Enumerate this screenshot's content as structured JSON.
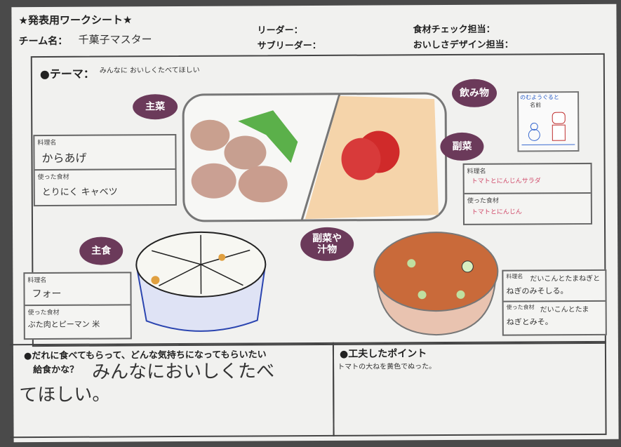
{
  "header": {
    "title": "★発表用ワークシート★",
    "team_label": "チーム名：",
    "team_value": "千菓子マスター",
    "leader_label": "リーダー：",
    "subleader_label": "サブリーダー：",
    "ingredient_check_label": "食材チェック担当：",
    "design_label": "おいしさデザイン担当："
  },
  "theme": {
    "label": "●テーマ：",
    "value": "みんなに おいしくたべてほしい"
  },
  "bubbles": {
    "main_dish": "主菜",
    "drink": "飲み物",
    "side_dish": "副菜",
    "staple": "主食",
    "side_soup_1": "副菜や",
    "side_soup_2": "汁物"
  },
  "labels": {
    "dish_name": "料理名",
    "ingredients": "使った食材",
    "name": "名前"
  },
  "main_dish": {
    "name": "からあげ",
    "ingredients": "とりにく キャベツ"
  },
  "drink": {
    "name": "のむようぐると"
  },
  "side_dish": {
    "name": "トマトとにんじんサラダ",
    "ingredients": "トマトとにんじん"
  },
  "staple": {
    "name": "フォー",
    "ingredients": "ぶた肉とピーマン 米"
  },
  "soup": {
    "name_line1": "だいこんとたまねぎと",
    "name_line2": "ねぎのみそしる。",
    "ingredients_line1": "だいこんとたま",
    "ingredients_line2": "ねぎとみそ。"
  },
  "bottom": {
    "question_line1": "●だれに食べてもらって、どんな気持ちになってもらいたい",
    "question_line2": "給食かな？",
    "answer_line1": "みんなにおいしくたべ",
    "answer_line2": "てほしい。",
    "point_label": "●工夫したポイント",
    "point_value": "トマトの大ねを黄色でぬった。"
  },
  "colors": {
    "bubble": "#6b3a5a",
    "paper": "#f1f1ef"
  }
}
